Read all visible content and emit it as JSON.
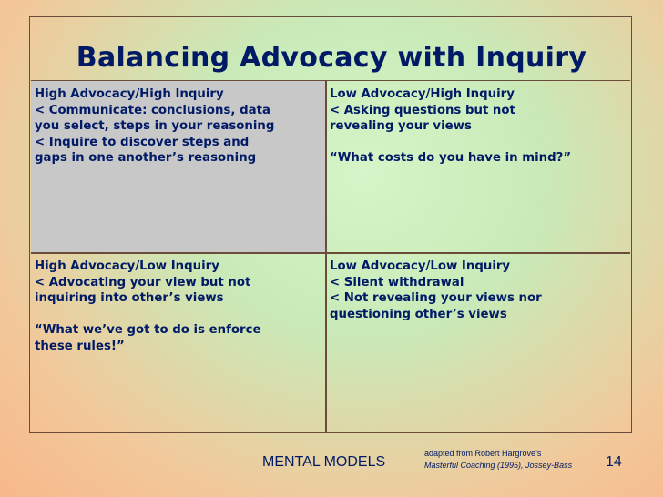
{
  "slide": {
    "title": "Balancing Advocacy with Inquiry",
    "quadrants": [
      {
        "heading": "High Advocacy/High Inquiry",
        "lines": [
          "< Communicate: conclusions, data",
          "you select, steps in your reasoning",
          "< Inquire to discover steps and",
          "gaps in one another’s reasoning"
        ]
      },
      {
        "heading": "Low Advocacy/High Inquiry",
        "lines": [
          "< Asking questions but not",
          "revealing your views"
        ],
        "quote": "“What costs do you have in mind?”"
      },
      {
        "heading": "High Advocacy/Low Inquiry",
        "lines": [
          "< Advocating your view but not",
          "inquiring into other’s views"
        ],
        "quote_lines": [
          "“What we’ve got to do is enforce",
          "these rules!”"
        ]
      },
      {
        "heading": "Low Advocacy/Low Inquiry",
        "lines": [
          "< Silent withdrawal",
          "< Not revealing your views nor",
          "questioning other’s views"
        ]
      }
    ],
    "footer": {
      "section": "MENTAL MODELS",
      "credit_line1": "adapted from Robert Hargrove’s",
      "credit_line2": "Masterful Coaching (1995), Jossey-Bass",
      "page_number": "14"
    },
    "colors": {
      "text": "#001a66",
      "highlight_cell": "#c8c8c8",
      "border": "#6b4b3a"
    }
  }
}
